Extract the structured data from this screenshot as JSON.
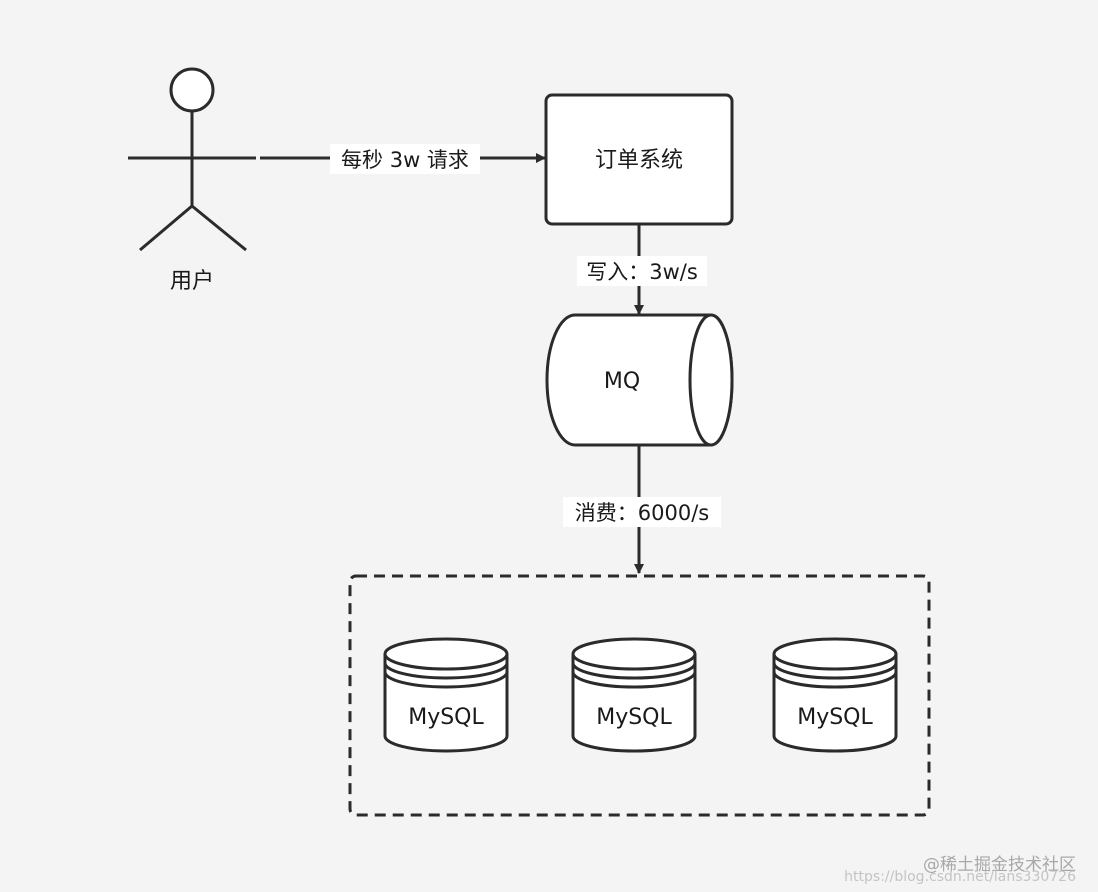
{
  "actor": {
    "label": "用户"
  },
  "edges": {
    "request": "每秒 3w 请求",
    "write": "写入：3w/s",
    "consume": "消费：6000/s"
  },
  "nodes": {
    "order_system": "订单系统",
    "mq": "MQ",
    "databases": [
      "MySQL",
      "MySQL",
      "MySQL"
    ]
  },
  "watermark": {
    "brand": "@稀土掘金技术社区",
    "url": "https://blog.csdn.net/lans330726"
  },
  "colors": {
    "background": "#f4f4f4",
    "stroke": "#2b2b2b",
    "node_fill": "#ffffff",
    "text": "#1a1a1a"
  }
}
